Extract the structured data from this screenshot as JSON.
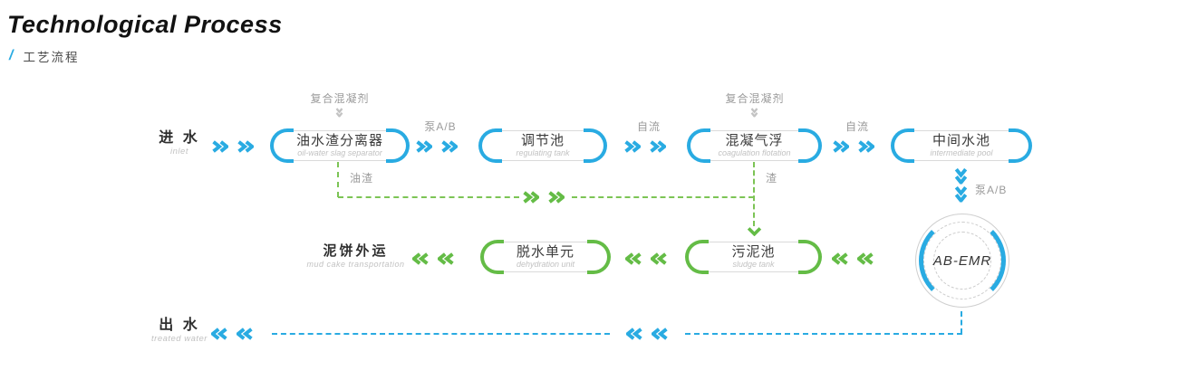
{
  "header": {
    "title": "Technological Process",
    "slash": "/",
    "subtitle": "工艺流程"
  },
  "colors": {
    "blue": "#29ABE2",
    "green": "#64BC46",
    "label_gray": "#9b9b9b",
    "subtext_gray": "#c2c2c2",
    "node_border": "#dadada",
    "text_dark": "#3c3c3c"
  },
  "endpoints": {
    "inlet": {
      "zh": "进 水",
      "en": "inlet"
    },
    "outlet": {
      "zh": "出 水",
      "en": "treated water"
    },
    "mud_cake": {
      "zh": "泥饼外运",
      "en": "mud cake transportation"
    }
  },
  "nodes": {
    "separator": {
      "zh": "油水渣分离器",
      "en": "oil-water slag separator"
    },
    "regulating_tank": {
      "zh": "调节池",
      "en": "regulating tank"
    },
    "coagulation_flotation": {
      "zh": "混凝气浮",
      "en": "coagulation flotation"
    },
    "intermediate_pool": {
      "zh": "中间水池",
      "en": "intermediate pool"
    },
    "dehydration_unit": {
      "zh": "脱水单元",
      "en": "dehydration unit"
    },
    "sludge_tank": {
      "zh": "污泥池",
      "en": "sludge tank"
    },
    "ab_emr": {
      "label": "AB-EMR"
    }
  },
  "edge_labels": {
    "coagulant_1": "复合混凝剂",
    "coagulant_2": "复合混凝剂",
    "pump_ab_1": "泵A/B",
    "gravity_flow_1": "自流",
    "gravity_flow_2": "自流",
    "pump_ab_2": "泵A/B",
    "oil_slag": "油渣",
    "slag": "渣"
  }
}
